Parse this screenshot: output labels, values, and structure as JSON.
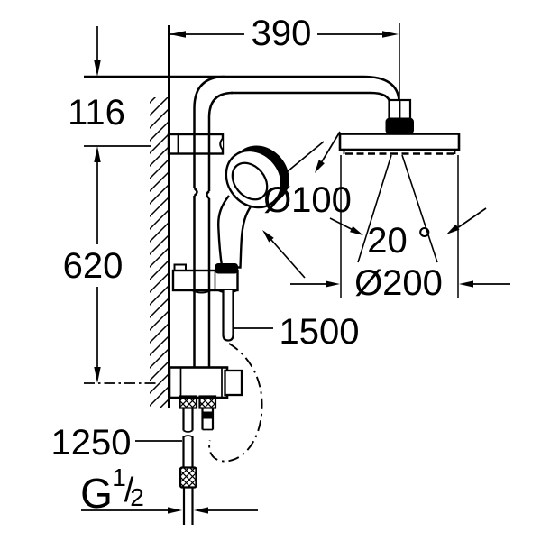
{
  "drawing": {
    "description": "Shower system installation dimension drawing",
    "background_color": "#ffffff",
    "ink_color": "#000000",
    "labels": {
      "width_top": "390",
      "height_upper": "116",
      "height_rail": "620",
      "hand_shower_diameter": "Ø100",
      "spray_angle": "20 °",
      "head_shower_diameter": "Ø200",
      "shower_hose_length": "1500",
      "supply_hose_length": "1250",
      "thread_g": "G",
      "thread_numerator": "1",
      "thread_slash": "/",
      "thread_denominator": "2"
    }
  }
}
